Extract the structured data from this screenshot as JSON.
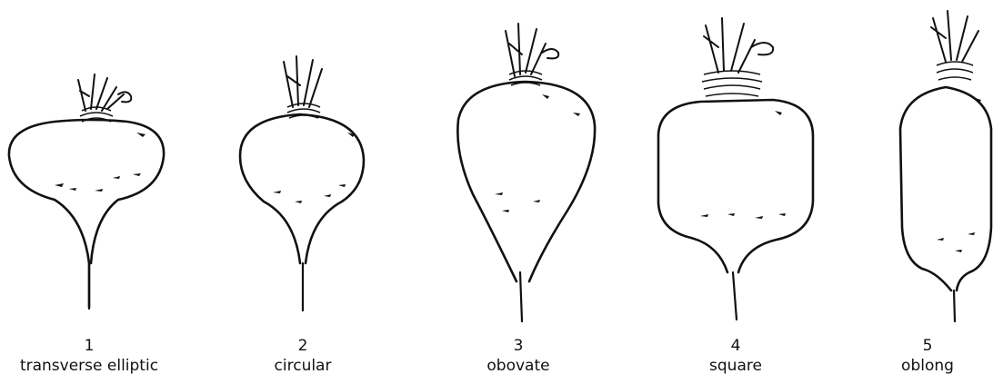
{
  "shapes": [
    {
      "number": "1",
      "name": "transverse elliptic"
    },
    {
      "number": "2",
      "name": "circular"
    },
    {
      "number": "3",
      "name": "obovate"
    },
    {
      "number": "4",
      "name": "square"
    },
    {
      "number": "5",
      "name": "oblong"
    }
  ]
}
